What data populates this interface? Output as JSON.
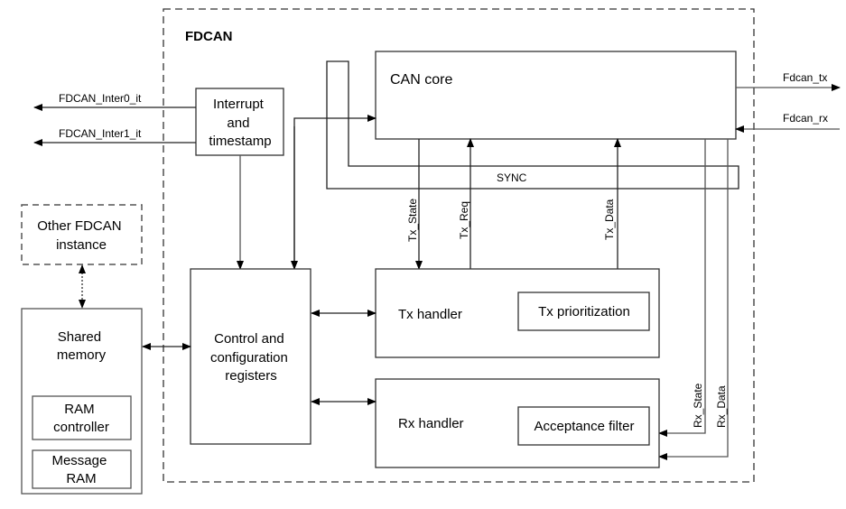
{
  "diagram": {
    "title": "FDCAN",
    "blocks": {
      "can_core": "CAN core",
      "interrupt": [
        "Interrupt",
        "and",
        "timestamp"
      ],
      "control": [
        "Control and",
        "configuration",
        "registers"
      ],
      "tx_handler": "Tx handler",
      "tx_prioritization": "Tx prioritization",
      "rx_handler": "Rx handler",
      "acceptance_filter": "Acceptance filter",
      "other_instance": [
        "Other FDCAN",
        "instance"
      ],
      "shared_memory": [
        "Shared",
        "memory"
      ],
      "ram_controller": [
        "RAM",
        "controller"
      ],
      "message_ram": [
        "Message",
        "RAM"
      ]
    },
    "signals": {
      "inter0": "FDCAN_Inter0_it",
      "inter1": "FDCAN_Inter1_it",
      "fdcan_tx": "Fdcan_tx",
      "fdcan_rx": "Fdcan_rx",
      "sync": "SYNC",
      "tx_state": "Tx_State",
      "tx_req": "Tx_Req",
      "tx_data": "Tx_Data",
      "rx_state": "Rx_State",
      "rx_data": "Rx_Data"
    }
  }
}
